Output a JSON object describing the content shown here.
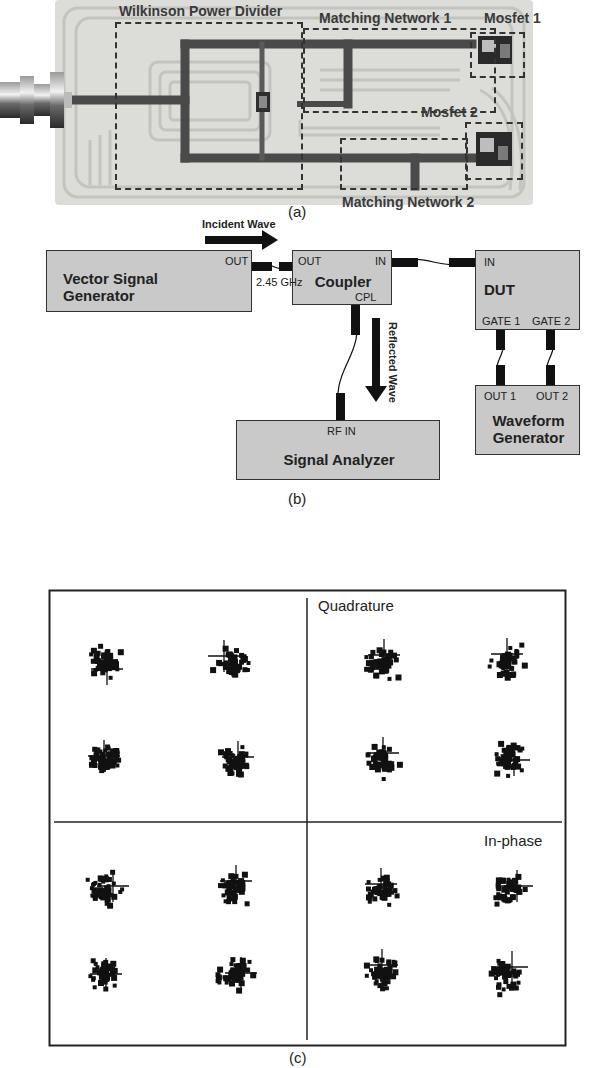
{
  "diagram": {
    "nodes": [
      {
        "text": [
          "Wilkinson Power Divider"
        ]
      },
      {
        "text": [
          "Matching Network 1"
        ]
      },
      {
        "text": [
          "Mosfet 1"
        ]
      },
      {
        "text": [
          "Mosfet 2"
        ]
      },
      {
        "text": [
          "Matching Network 2"
        ]
      },
      {
        "text": [
          "Vector Signal Generator",
          "OUT"
        ]
      },
      {
        "text": [
          "OUT",
          "Coupler",
          "IN",
          "CPL"
        ]
      },
      {
        "text": [
          "IN",
          "DUT",
          "GATE 1",
          "GATE 2"
        ]
      },
      {
        "text": [
          "OUT 1",
          "OUT 2",
          "Waveform Generator"
        ]
      },
      {
        "text": [
          "RF IN",
          "Signal Analyzer"
        ]
      }
    ],
    "edges": [
      {
        "from": 5,
        "to": 6,
        "arrow": "none"
      },
      {
        "from": 6,
        "to": 7,
        "arrow": "none"
      },
      {
        "from": 6,
        "to": 9,
        "arrow": "none"
      },
      {
        "from": 7,
        "to": 8,
        "arrow": "none"
      },
      {
        "from": 7,
        "to": 8,
        "arrow": "none"
      }
    ],
    "labels": [
      "(a)",
      "Incident Wave",
      "2.45 GHz",
      "Reflected Wave",
      "(b)",
      "Quadrature",
      "In-phase",
      "(c)"
    ]
  }
}
